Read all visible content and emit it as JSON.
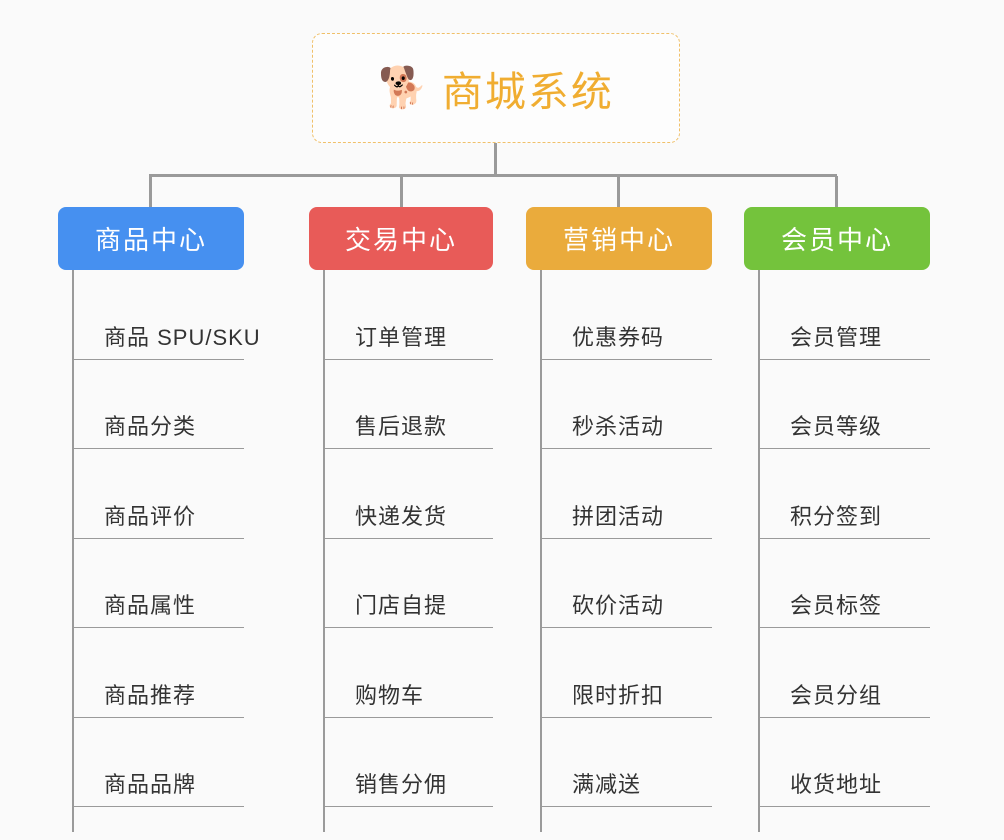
{
  "page": {
    "background_color": "#fafafa",
    "connector_color": "#9a9a9a"
  },
  "root": {
    "icon": "shiba-inu-dog-face",
    "icon_glyph": "🐕",
    "title": "商城系统",
    "text_color": "#f0ad31",
    "border_color": "#f0c069",
    "border_style": "dashed"
  },
  "columns": [
    {
      "header": "商品中心",
      "color": "#4690f0",
      "items": [
        "商品 SPU/SKU",
        "商品分类",
        "商品评价",
        "商品属性",
        "商品推荐",
        "商品品牌"
      ]
    },
    {
      "header": "交易中心",
      "color": "#e85b58",
      "items": [
        "订单管理",
        "售后退款",
        "快递发货",
        "门店自提",
        "购物车",
        "销售分佣"
      ]
    },
    {
      "header": "营销中心",
      "color": "#eaab3c",
      "items": [
        "优惠券码",
        "秒杀活动",
        "拼团活动",
        "砍价活动",
        "限时折扣",
        "满减送"
      ]
    },
    {
      "header": "会员中心",
      "color": "#74c33c",
      "items": [
        "会员管理",
        "会员等级",
        "积分签到",
        "会员标签",
        "会员分组",
        "收货地址"
      ]
    }
  ]
}
